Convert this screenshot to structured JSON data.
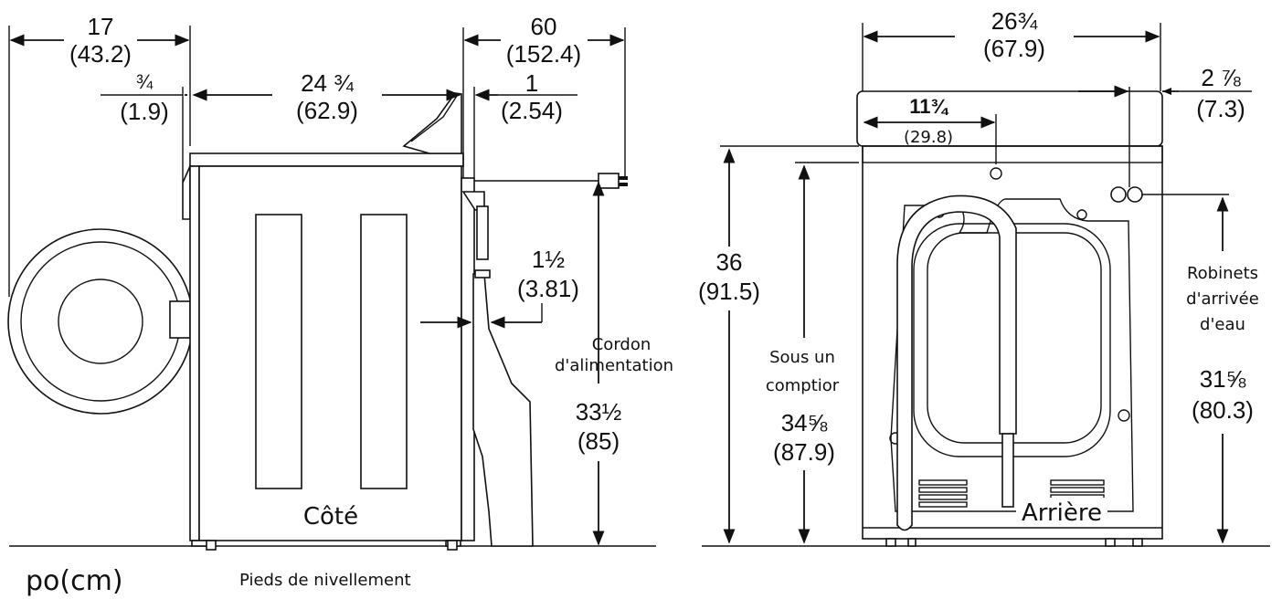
{
  "units": "po(cm)",
  "side": {
    "label": "Côté",
    "overall_depth": {
      "in": "17",
      "cm": "(43.2)"
    },
    "front_offset": {
      "in": "¾",
      "cm": "(1.9)"
    },
    "cabinet_depth": {
      "in": "24 ¾",
      "cm": "(62.9)"
    },
    "cord_length": {
      "in": "60",
      "cm": "(152.4)"
    },
    "rear_offset": {
      "in": "1",
      "cm": "(2.54)"
    },
    "duct_clearance": {
      "in": "1½",
      "cm": "(3.81)"
    },
    "cord_height": {
      "in": "33½",
      "cm": "(85)"
    },
    "cord_label": [
      "Cordon",
      "d'alimentation"
    ]
  },
  "rear": {
    "label": "Arrière",
    "width": {
      "in": "26¾",
      "cm": "(67.9)"
    },
    "side_offset": {
      "in": "2 ⅞",
      "cm": "(7.3)"
    },
    "vent_offset": {
      "in": "11¾",
      "cm": "(29.8)"
    },
    "height": {
      "in": "36",
      "cm": "(91.5)"
    },
    "counter_height": {
      "in": "34⅝",
      "cm": "(87.9)"
    },
    "counter_label": [
      "Sous un",
      "comptior"
    ],
    "inlet_height": {
      "in": "31⅝",
      "cm": "(80.3)"
    },
    "inlet_label": [
      "Robinets",
      "d'arrivée",
      "d'eau"
    ]
  },
  "leveling_feet_label": "Pieds de nivellement"
}
